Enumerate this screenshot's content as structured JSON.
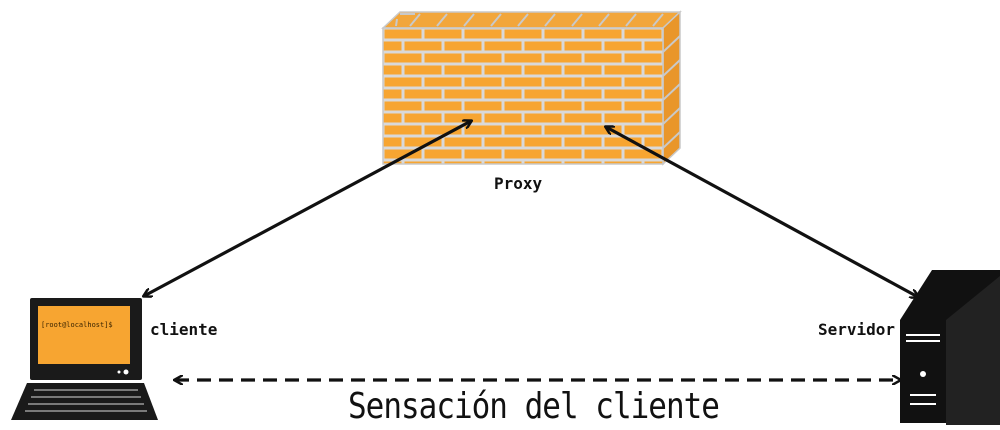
{
  "labels": {
    "proxy": "Proxy",
    "client": "cliente",
    "server": "Servidor",
    "caption": "Sensación del cliente",
    "terminal_prompt": "[root@localhost]$"
  },
  "colors": {
    "brick": "#f7a531",
    "mortar": "#d9d9d9",
    "screen": "#f7a531",
    "device": "#1a1a1a",
    "line": "#111111"
  },
  "icons": [
    "firewall-brick-wall-icon",
    "laptop-icon",
    "server-tower-icon"
  ]
}
